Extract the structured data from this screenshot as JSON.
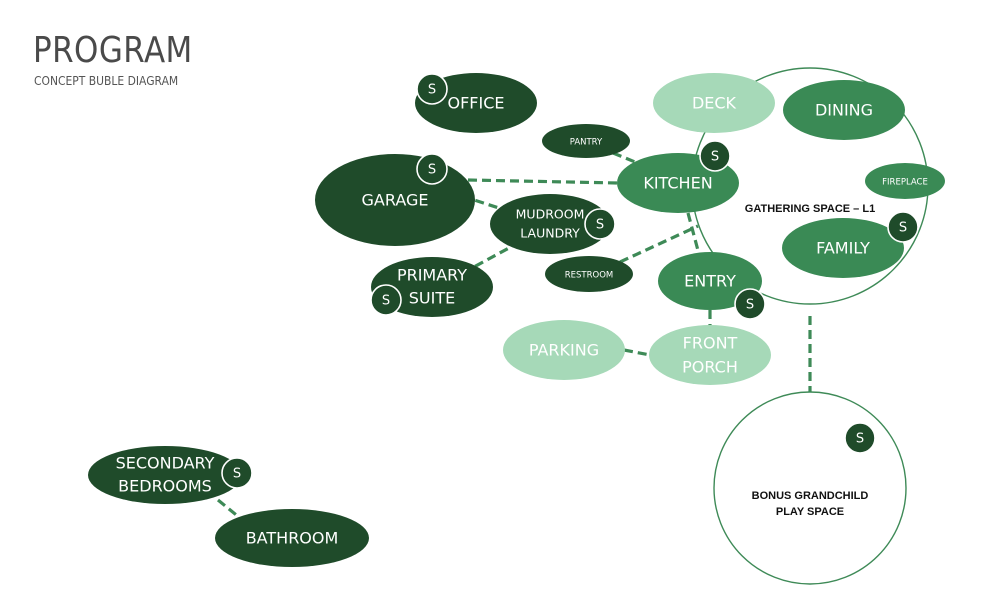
{
  "header": {
    "title": "PROGRAM",
    "subtitle": "CONCEPT BUBLE DIAGRAM"
  },
  "colors": {
    "dark_green": "#1f4b2a",
    "mid_green": "#3a8a55",
    "light_green": "#a6d9b8",
    "link_green": "#3e8a57"
  },
  "bubbles": {
    "office": "OFFICE",
    "pantry": "PANTRY",
    "garage": "GARAGE",
    "mudroom_line1": "MUDROOM",
    "mudroom_line2": "LAUNDRY",
    "primary_line1": "PRIMARY",
    "primary_line2": "SUITE",
    "restroom": "RESTROOM",
    "kitchen": "KITCHEN",
    "deck": "DECK",
    "dining": "DINING",
    "fireplace": "FIREPLACE",
    "family": "FAMILY",
    "entry": "ENTRY",
    "parking": "PARKING",
    "porch_line1": "FRONT",
    "porch_line2": "PORCH",
    "secondary_line1": "SECONDARY",
    "secondary_line2": "BEDROOMS",
    "bathroom": "BATHROOM"
  },
  "zones": {
    "gathering": "GATHERING SPACE – L1",
    "bonus_line1": "BONUS GRANDCHILD",
    "bonus_line2": "PLAY SPACE"
  },
  "badge_label": "S"
}
